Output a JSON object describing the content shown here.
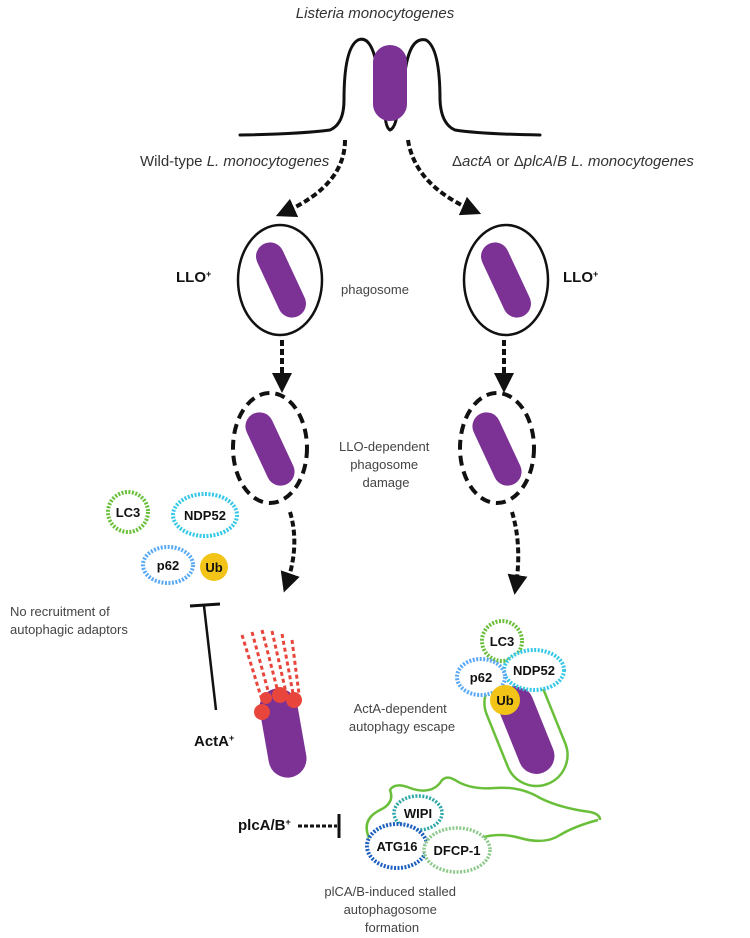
{
  "title": "Listeria monocytogenes",
  "branches": {
    "left": {
      "prefix": "Wild-type ",
      "italic": "L. monocytogenes"
    },
    "right": {
      "d1": "Δ",
      "i1": "actA",
      "mid": " or Δ",
      "i2": "plcA",
      "mid2": "/",
      "i3": "B L. monocytogenes"
    }
  },
  "labels": {
    "llo_left": {
      "base": "LLO",
      "sup": "+"
    },
    "llo_right": {
      "base": "LLO",
      "sup": "+"
    },
    "phagosome": "phagosome",
    "damage": [
      "LLO-dependent",
      "phagosome",
      "damage"
    ],
    "no_recruit": [
      "No recruitment of",
      "autophagic adaptors"
    ],
    "acta": {
      "base": "ActA",
      "sup": "+"
    },
    "escape": [
      "ActA-dependent",
      "autophagy escape"
    ],
    "plcab": {
      "base": "plcA/B",
      "sup": "+"
    },
    "stalled": [
      "plCA/B-induced stalled",
      "autophagosome",
      "formation"
    ]
  },
  "proteins": {
    "lc3": "LC3",
    "ndp52": "NDP52",
    "p62": "p62",
    "ub": "Ub",
    "wipi": "WIPI",
    "atg16": "ATG16",
    "dfcp1": "DFCP-1"
  },
  "colors": {
    "bacterium": "#7b3294",
    "lc3": "#6abf3a",
    "ndp52": "#35c8e6",
    "p62": "#5aa9f5",
    "ub": "#f2c417",
    "acta": "#e8453c",
    "wipi": "#2fa7a7",
    "atg16": "#1c5fbf",
    "dfcp1": "#8dc98a",
    "membrane": "#111111"
  }
}
